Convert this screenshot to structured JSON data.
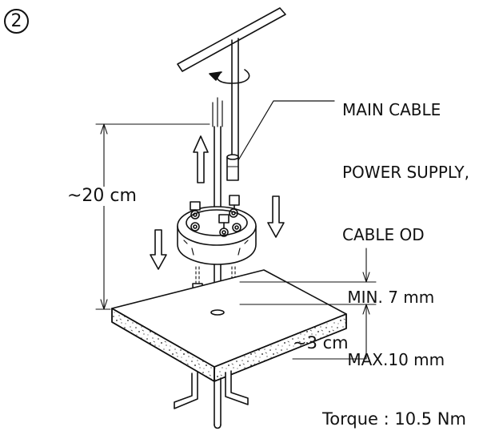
{
  "step": {
    "number": "2"
  },
  "callout": {
    "lines": [
      "MAIN CABLE",
      "POWER SUPPLY,",
      "CABLE OD",
      " MIN. 7 mm",
      " MAX.10 mm"
    ]
  },
  "dimensions": {
    "height": "~20 cm",
    "depth": "~3 cm"
  },
  "torque": "Torque : 10.5 Nm",
  "colors": {
    "line": "#111111",
    "background": "#ffffff"
  }
}
